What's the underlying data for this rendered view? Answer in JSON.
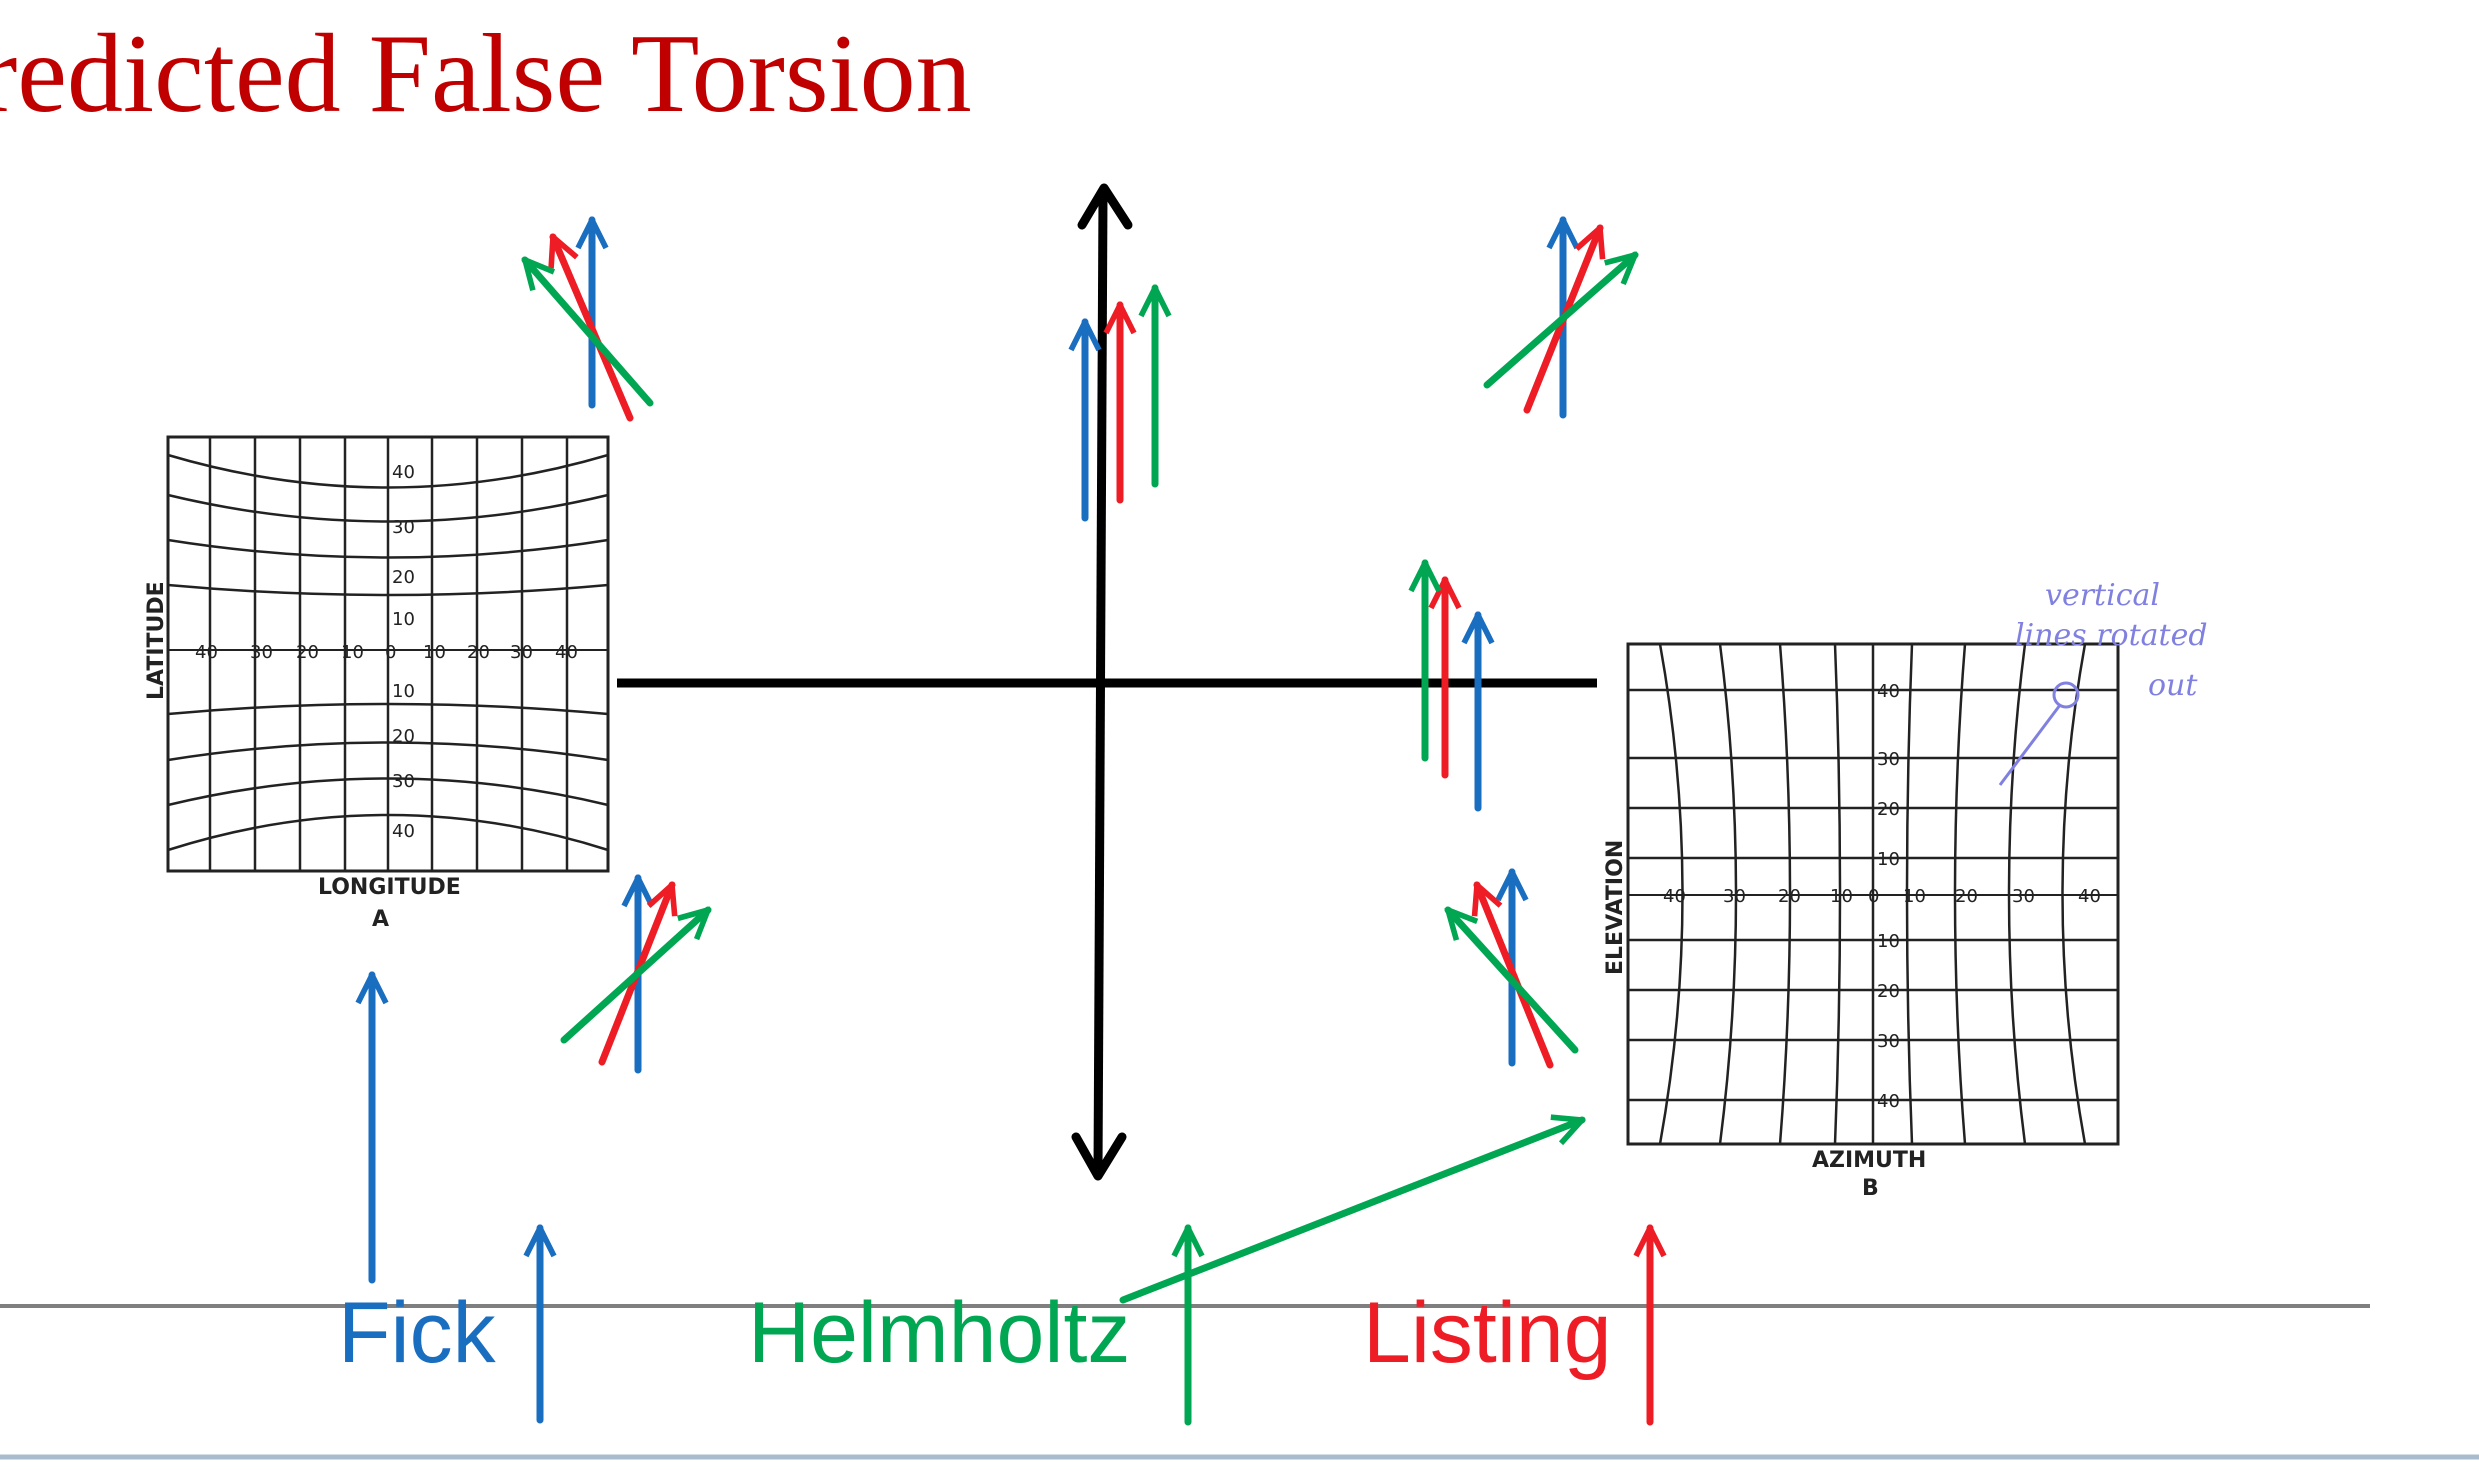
{
  "title": "redicted False Torsion",
  "legend": {
    "fick": "Fick",
    "helmholtz": "Helmholtz",
    "listing": "Listing"
  },
  "colors": {
    "fick": "#1a6ec0",
    "helmholtz": "#00a651",
    "listing": "#ee1c25",
    "title": "#c00000",
    "annotation": "#8080e0",
    "axes": "#000000"
  },
  "graph_a": {
    "y_axis_label": "LATITUDE",
    "x_axis_label": "LONGITUDE",
    "panel_letter": "A",
    "y_ticks": [
      "40",
      "30",
      "20",
      "10",
      "10",
      "20",
      "30",
      "40"
    ],
    "x_ticks": [
      "40",
      "30",
      "20",
      "10",
      "0",
      "10",
      "20",
      "30",
      "40"
    ]
  },
  "graph_b": {
    "y_axis_label": "ELEVATION",
    "x_axis_label": "AZIMUTH",
    "panel_letter": "B",
    "y_ticks": [
      "40",
      "30",
      "20",
      "10",
      "10",
      "20",
      "30",
      "40"
    ],
    "x_ticks": [
      "40",
      "30",
      "20",
      "10",
      "0",
      "10",
      "20",
      "30",
      "40"
    ]
  },
  "annotation": [
    "vertical",
    "lines rotated",
    "out"
  ]
}
